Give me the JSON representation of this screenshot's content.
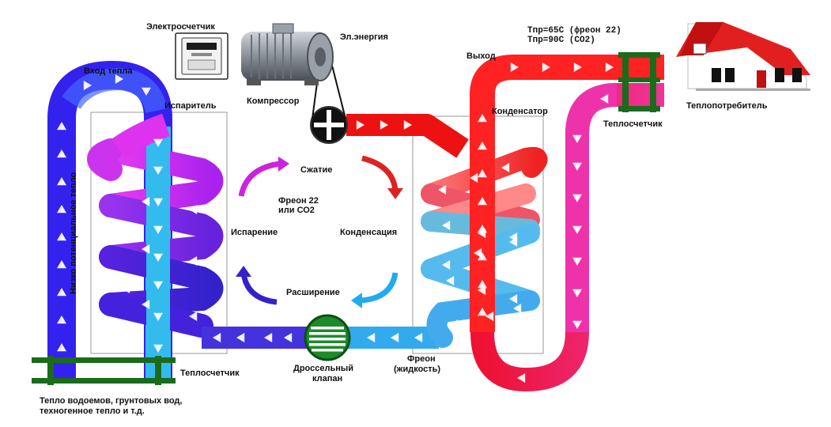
{
  "labels": {
    "electric_meter": "Электросчетчик",
    "electric_energy": "Эл.энергия",
    "heat_input": "Вход тепла",
    "evaporator": "Испаритель",
    "compressor": "Компрессор",
    "output": "Выход",
    "condenser": "Конденсатор",
    "heat_meter_top": "Теплосчетчик",
    "heat_consumer": "Теплопотребитель",
    "temp_line_1": "Тпр=65С (фреон 22)",
    "temp_line_2": "Тпр=90С (СО2)",
    "low_potential_heat": "Низко потенциальное тепло",
    "compression": "Сжатие",
    "freon_line_1": "Фреон 22",
    "freon_line_2": "или СО2",
    "evaporation": "Испарение",
    "condensation": "Конденсация",
    "expansion": "Расширение",
    "heat_meter_bottom": "Теплосчетчик",
    "throttle_1": "Дроссельный",
    "throttle_2": "клапан",
    "freon_liquid_1": "Фреон",
    "freon_liquid_2": "(жидкость)",
    "sources_1": "Тепло водоемов, грунтовых вод,",
    "sources_2": "техногенное тепло и т.д."
  },
  "colors": {
    "cold_blue": "#3322dd",
    "cyan": "#33bbee",
    "violet": "#7722ee",
    "magenta": "#dd22dd",
    "pink": "#ee33aa",
    "red": "#ee1111",
    "salmon": "#ff7777",
    "meter_green": "#1a6b1a",
    "house_roof": "#dd2222"
  }
}
